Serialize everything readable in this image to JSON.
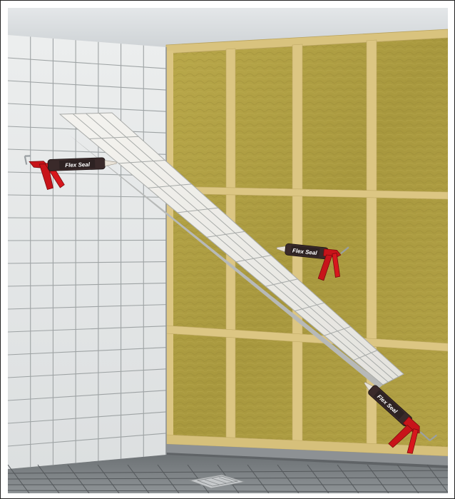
{
  "scene": {
    "colors": {
      "ceiling": "#d7dbde",
      "tile_wall": "#e6e8e8",
      "grout": "#9ea3a4",
      "insulation": "#b1a043",
      "timber": "#dcc683",
      "floor_tile": "#7b8083",
      "sealant_gun_red": "#c8141a",
      "cartridge_dark": "#3a2a2a"
    },
    "icons": [
      "caulking-gun-icon",
      "floor-drain-icon"
    ]
  },
  "gun_labels": {
    "left": "Flex Seal",
    "middle": "Flex Seal",
    "bottom_right": "Flex Seal"
  }
}
